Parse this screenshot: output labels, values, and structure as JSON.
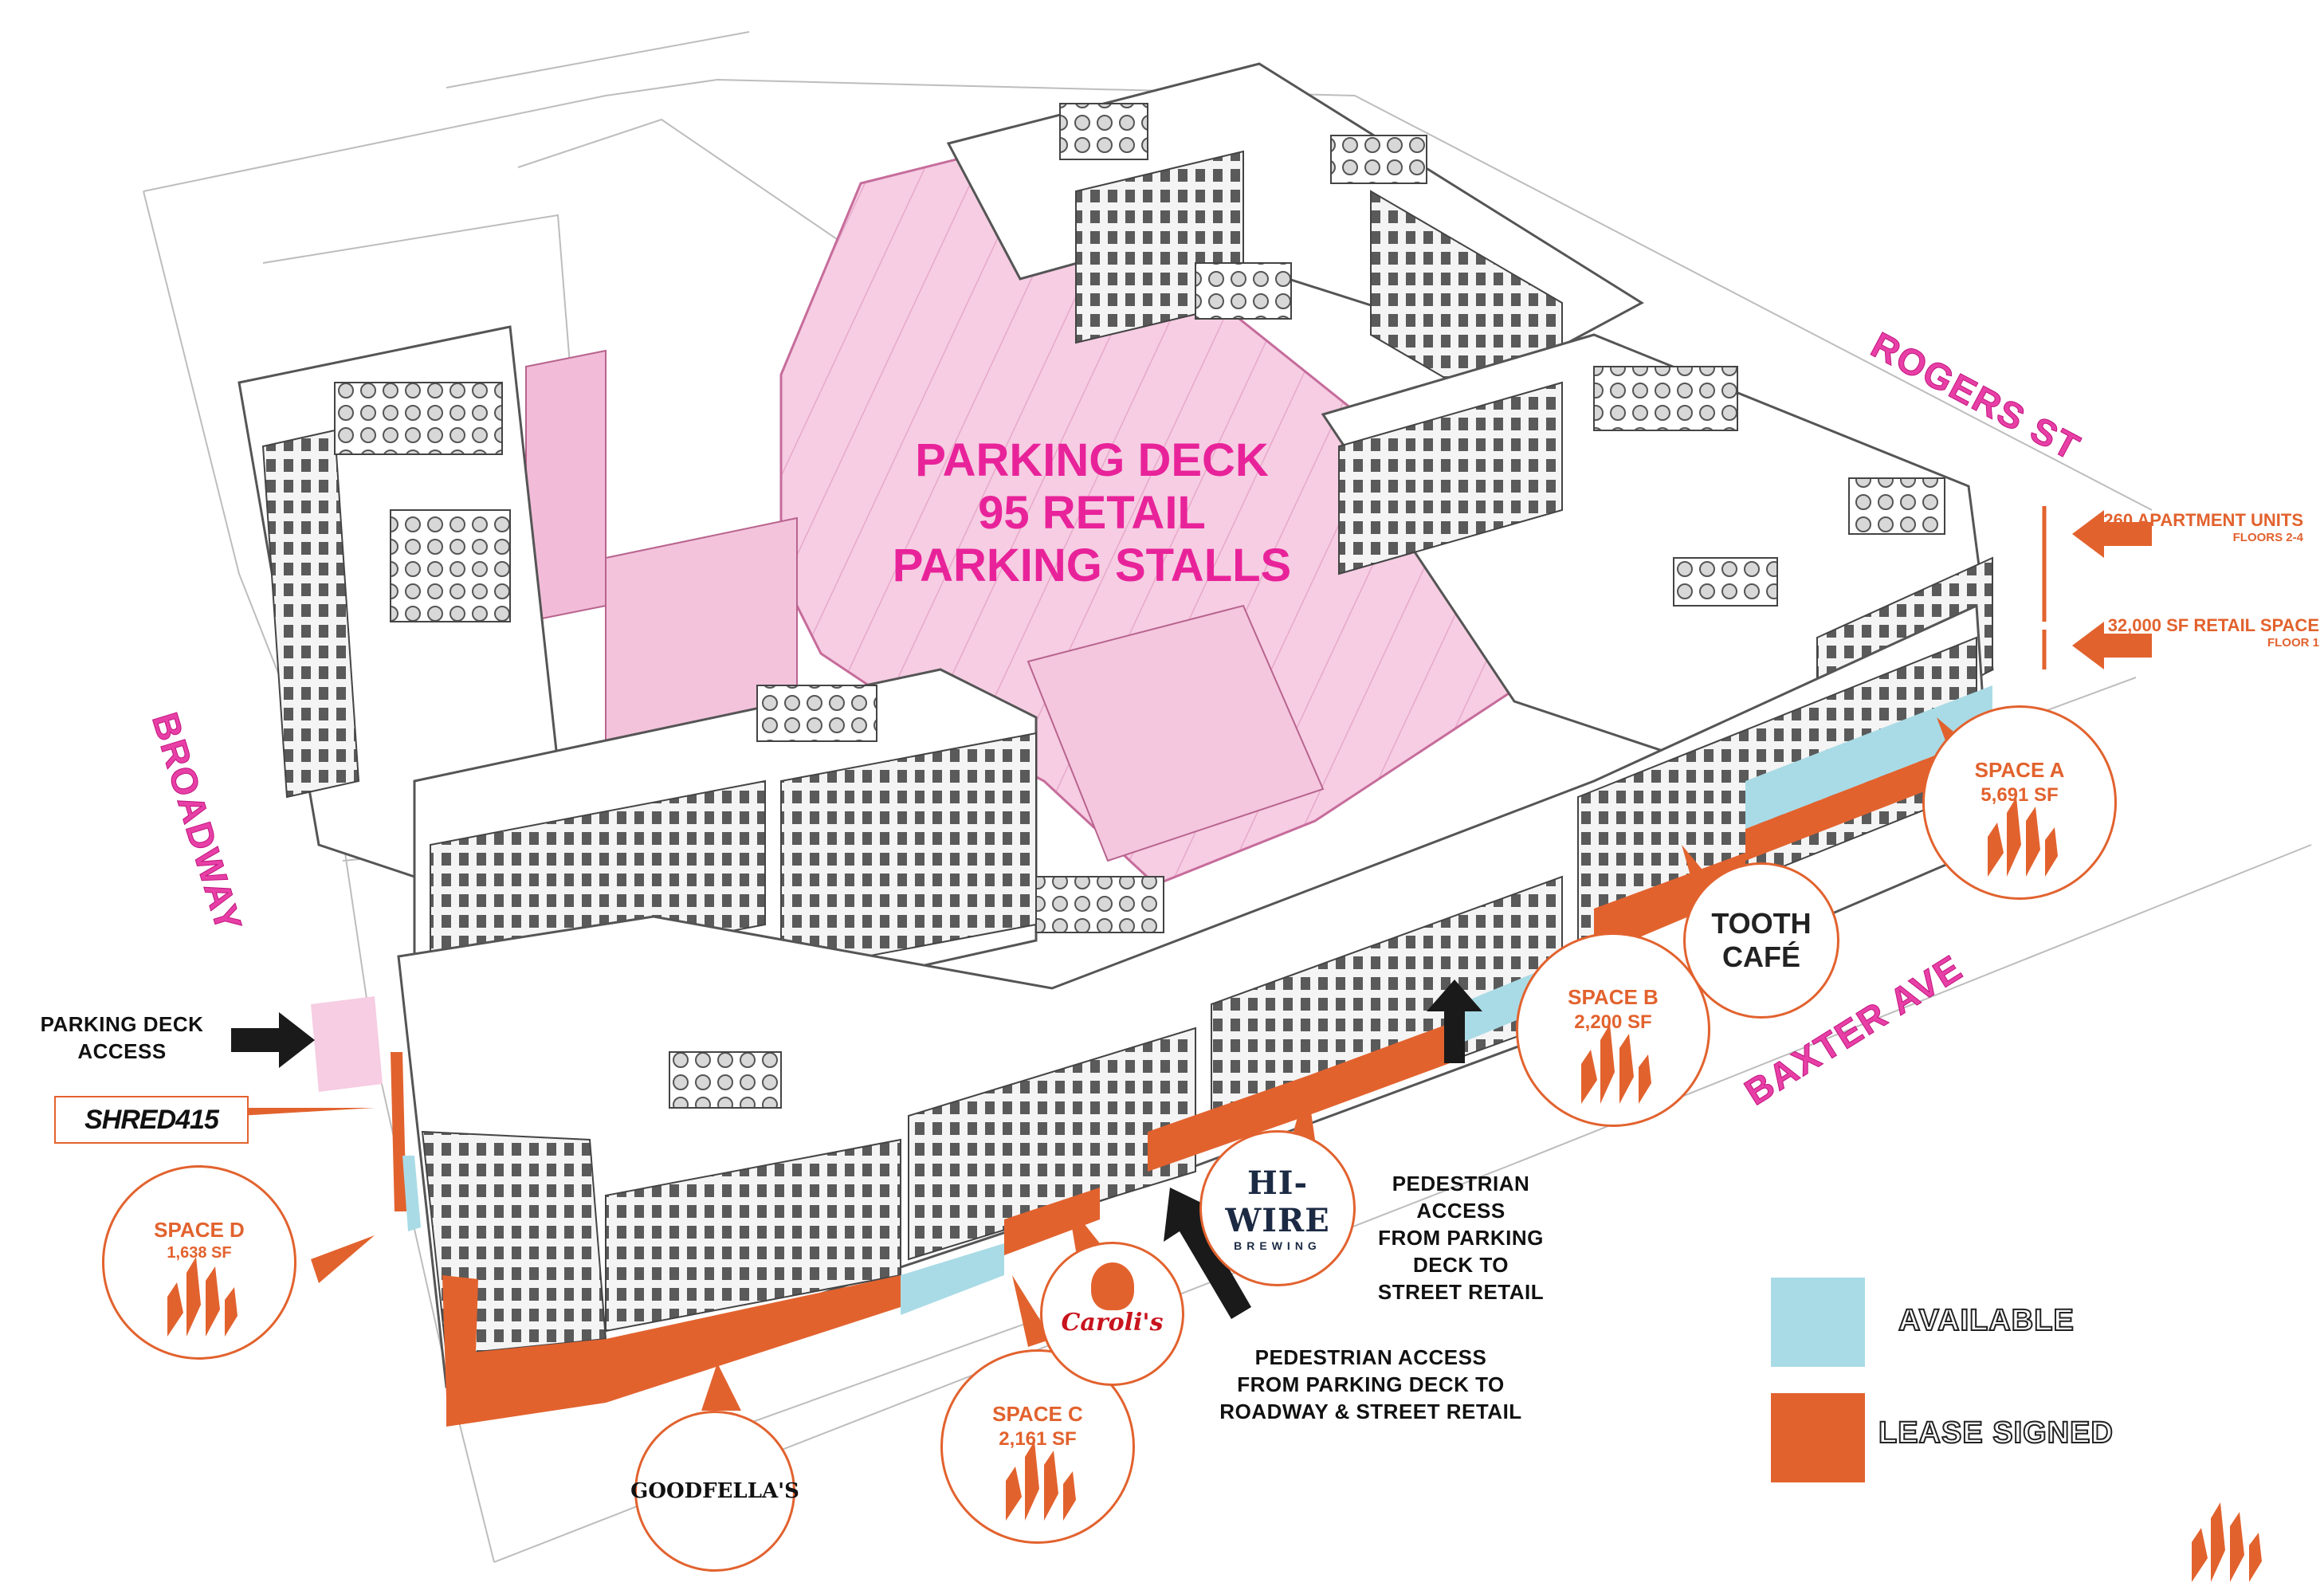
{
  "streets": {
    "rogers": "ROGERS ST",
    "broadway": "BROADWAY",
    "baxter": "BAXTER AVE"
  },
  "parking_deck": {
    "line1": "PARKING DECK",
    "line2": "95 RETAIL",
    "line3": "PARKING STALLS"
  },
  "notes": {
    "apartments_main": "260 APARTMENT UNITS",
    "apartments_sub": "FLOORS 2-4",
    "retail_main": "32,000 SF RETAIL SPACE",
    "retail_sub": "FLOOR 1"
  },
  "spaces": [
    {
      "label": "SPACE A",
      "size": "5,691 SF"
    },
    {
      "label": "SPACE B",
      "size": "2,200 SF"
    },
    {
      "label": "SPACE C",
      "size": "2,161 SF"
    },
    {
      "label": "SPACE D",
      "size": "1,638 SF"
    }
  ],
  "tenants": {
    "tooth_line1": "TOOTH",
    "tooth_line2": "CAFÉ",
    "hiwire": "HI-WIRE",
    "hiwire_sub": "BREWING",
    "carolis": "Caroli's",
    "goodfellas": "GOODFELLA'S",
    "shred": "SHRED415"
  },
  "callouts": {
    "deck_access_1": "PARKING DECK",
    "deck_access_2": "ACCESS",
    "ped_right_1": "PEDESTRIAN",
    "ped_right_2": "ACCESS",
    "ped_right_3": "FROM PARKING",
    "ped_right_4": "DECK TO",
    "ped_right_5": "STREET RETAIL",
    "ped_center_1": "PEDESTRIAN ACCESS",
    "ped_center_2": "FROM PARKING DECK TO",
    "ped_center_3": "ROADWAY & STREET RETAIL"
  },
  "legend": {
    "available": "AVAILABLE",
    "lease_signed": "LEASE SIGNED"
  },
  "colors": {
    "available": "#a9dbe6",
    "lease_signed": "#e2622e",
    "deck_pink": "#f6cde3",
    "street_pink": "#e83fa6"
  }
}
